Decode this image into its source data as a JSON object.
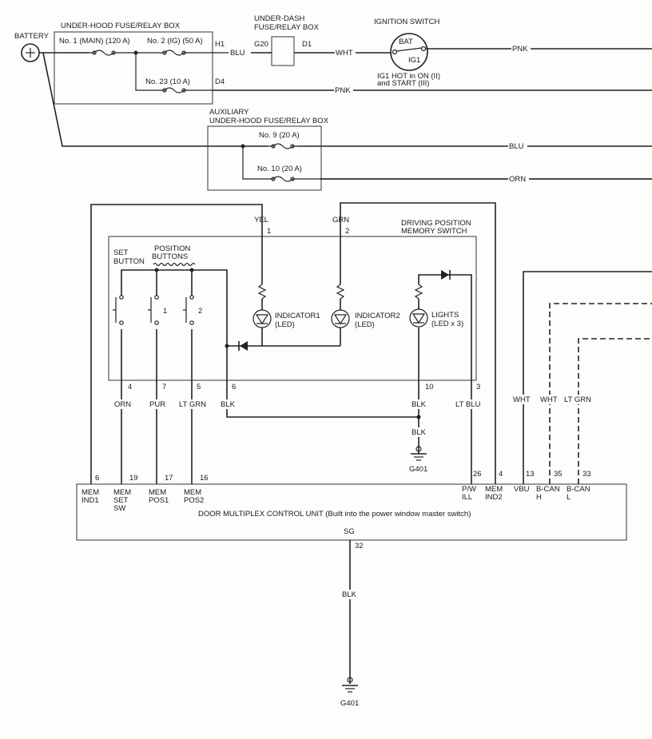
{
  "components": {
    "battery": "BATTERY",
    "underhood_box": "UNDER-HOOD FUSE/RELAY BOX",
    "fuse_main": "No. 1 (MAIN) (120 A)",
    "fuse_ig": "No. 2 (IG) (50 A)",
    "fuse_23": "No. 23 (10 A)",
    "pin_h1": "H1",
    "pin_d4": "D4",
    "underdash_box_line1": "UNDER-DASH",
    "underdash_box_line2": "FUSE/RELAY BOX",
    "pin_g20": "G20",
    "pin_d1": "D1",
    "ignition_switch": "IGNITION SWITCH",
    "ign_bat": "BAT",
    "ign_ig1": "IG1",
    "ign_note_line1": "IG1 HOT in ON (II)",
    "ign_note_line2": "and START (III)",
    "aux_box_line1": "AUXILIARY",
    "aux_box_line2": "UNDER-HOOD FUSE/RELAY BOX",
    "fuse_9": "No. 9 (20 A)",
    "fuse_10": "No. 10 (20 A)",
    "memory_switch_line1": "DRIVING POSITION",
    "memory_switch_line2": "MEMORY SWITCH",
    "set_button_line1": "SET",
    "set_button_line2": "BUTTON",
    "position_buttons_line1": "POSITION",
    "position_buttons_line2": "BUTTONS",
    "button_1": "1",
    "button_2": "2",
    "indicator1_line1": "INDICATOR1",
    "indicator1_line2": "(LED)",
    "indicator2_line1": "INDICATOR2",
    "indicator2_line2": "(LED)",
    "lights_line1": "LIGHTS",
    "lights_line2": "(LED x 3)",
    "ground_g401_a": "G401",
    "ground_g401_b": "G401",
    "control_unit": "DOOR MULTIPLEX CONTROL UNIT (Built into the power window master switch)",
    "sg": "SG"
  },
  "wires": {
    "blu_h1": "BLU",
    "wht_d1": "WHT",
    "pnk_ig1": "PNK",
    "pnk_d4": "PNK",
    "blu_aux": "BLU",
    "orn_aux": "ORN",
    "yel": "YEL",
    "grn": "GRN",
    "orn": "ORN",
    "pur": "PUR",
    "lt_grn": "LT GRN",
    "blk_6": "BLK",
    "blk_10": "BLK",
    "blk_ground": "BLK",
    "lt_blu": "LT BLU",
    "wht_vbu": "WHT",
    "wht_bcan": "WHT",
    "lt_grn_bcan": "LT GRN",
    "blk_sg": "BLK"
  },
  "switch_pins": {
    "p1": "1",
    "p2": "2",
    "p4": "4",
    "p7": "7",
    "p5": "5",
    "p6": "6",
    "p10": "10",
    "p3": "3"
  },
  "unit_pins": {
    "p6": "6",
    "p19": "19",
    "p17": "17",
    "p16": "16",
    "p26": "26",
    "p4": "4",
    "p13": "13",
    "p35": "35",
    "p33": "33",
    "p32": "32"
  },
  "unit_terminals": {
    "mem_ind1": [
      "MEM",
      "IND1"
    ],
    "mem_set_sw": [
      "MEM",
      "SET",
      "SW"
    ],
    "mem_pos1": [
      "MEM",
      "POS1"
    ],
    "mem_pos2": [
      "MEM",
      "POS2"
    ],
    "pw_ill": [
      "P/W",
      "ILL"
    ],
    "mem_ind2": [
      "MEM",
      "IND2"
    ],
    "vbu": [
      "VBU"
    ],
    "bcan_h": [
      "B-CAN",
      "H"
    ],
    "bcan_l": [
      "B-CAN",
      "L"
    ]
  }
}
